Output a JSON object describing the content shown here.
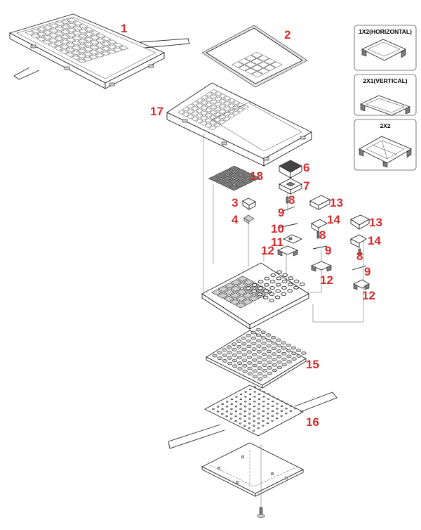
{
  "diagram": {
    "accent_color": "#d42a2a",
    "callouts": [
      {
        "id": "c1",
        "text": "1"
      },
      {
        "id": "c2",
        "text": "2"
      },
      {
        "id": "c17",
        "text": "17"
      },
      {
        "id": "c6",
        "text": "6"
      },
      {
        "id": "c7",
        "text": "7"
      },
      {
        "id": "c18",
        "text": "18"
      },
      {
        "id": "c3",
        "text": "3"
      },
      {
        "id": "c4",
        "text": "4"
      },
      {
        "id": "c8a",
        "text": "8"
      },
      {
        "id": "c9a",
        "text": "9"
      },
      {
        "id": "c10",
        "text": "10"
      },
      {
        "id": "c11",
        "text": "11"
      },
      {
        "id": "c12a",
        "text": "12"
      },
      {
        "id": "c13a",
        "text": "13"
      },
      {
        "id": "c14a",
        "text": "14"
      },
      {
        "id": "c8b",
        "text": "8"
      },
      {
        "id": "c9b",
        "text": "9"
      },
      {
        "id": "c12b",
        "text": "12"
      },
      {
        "id": "c13b",
        "text": "13"
      },
      {
        "id": "c14b",
        "text": "14"
      },
      {
        "id": "c8c",
        "text": "8"
      },
      {
        "id": "c9c",
        "text": "9"
      },
      {
        "id": "c12c",
        "text": "12"
      },
      {
        "id": "c15",
        "text": "15"
      },
      {
        "id": "c16",
        "text": "16"
      }
    ],
    "legend_boxes": [
      {
        "title": "1X2(HORIZONTAL)"
      },
      {
        "title": "2X1(VERTICAL)"
      },
      {
        "title": "2X2"
      }
    ]
  }
}
